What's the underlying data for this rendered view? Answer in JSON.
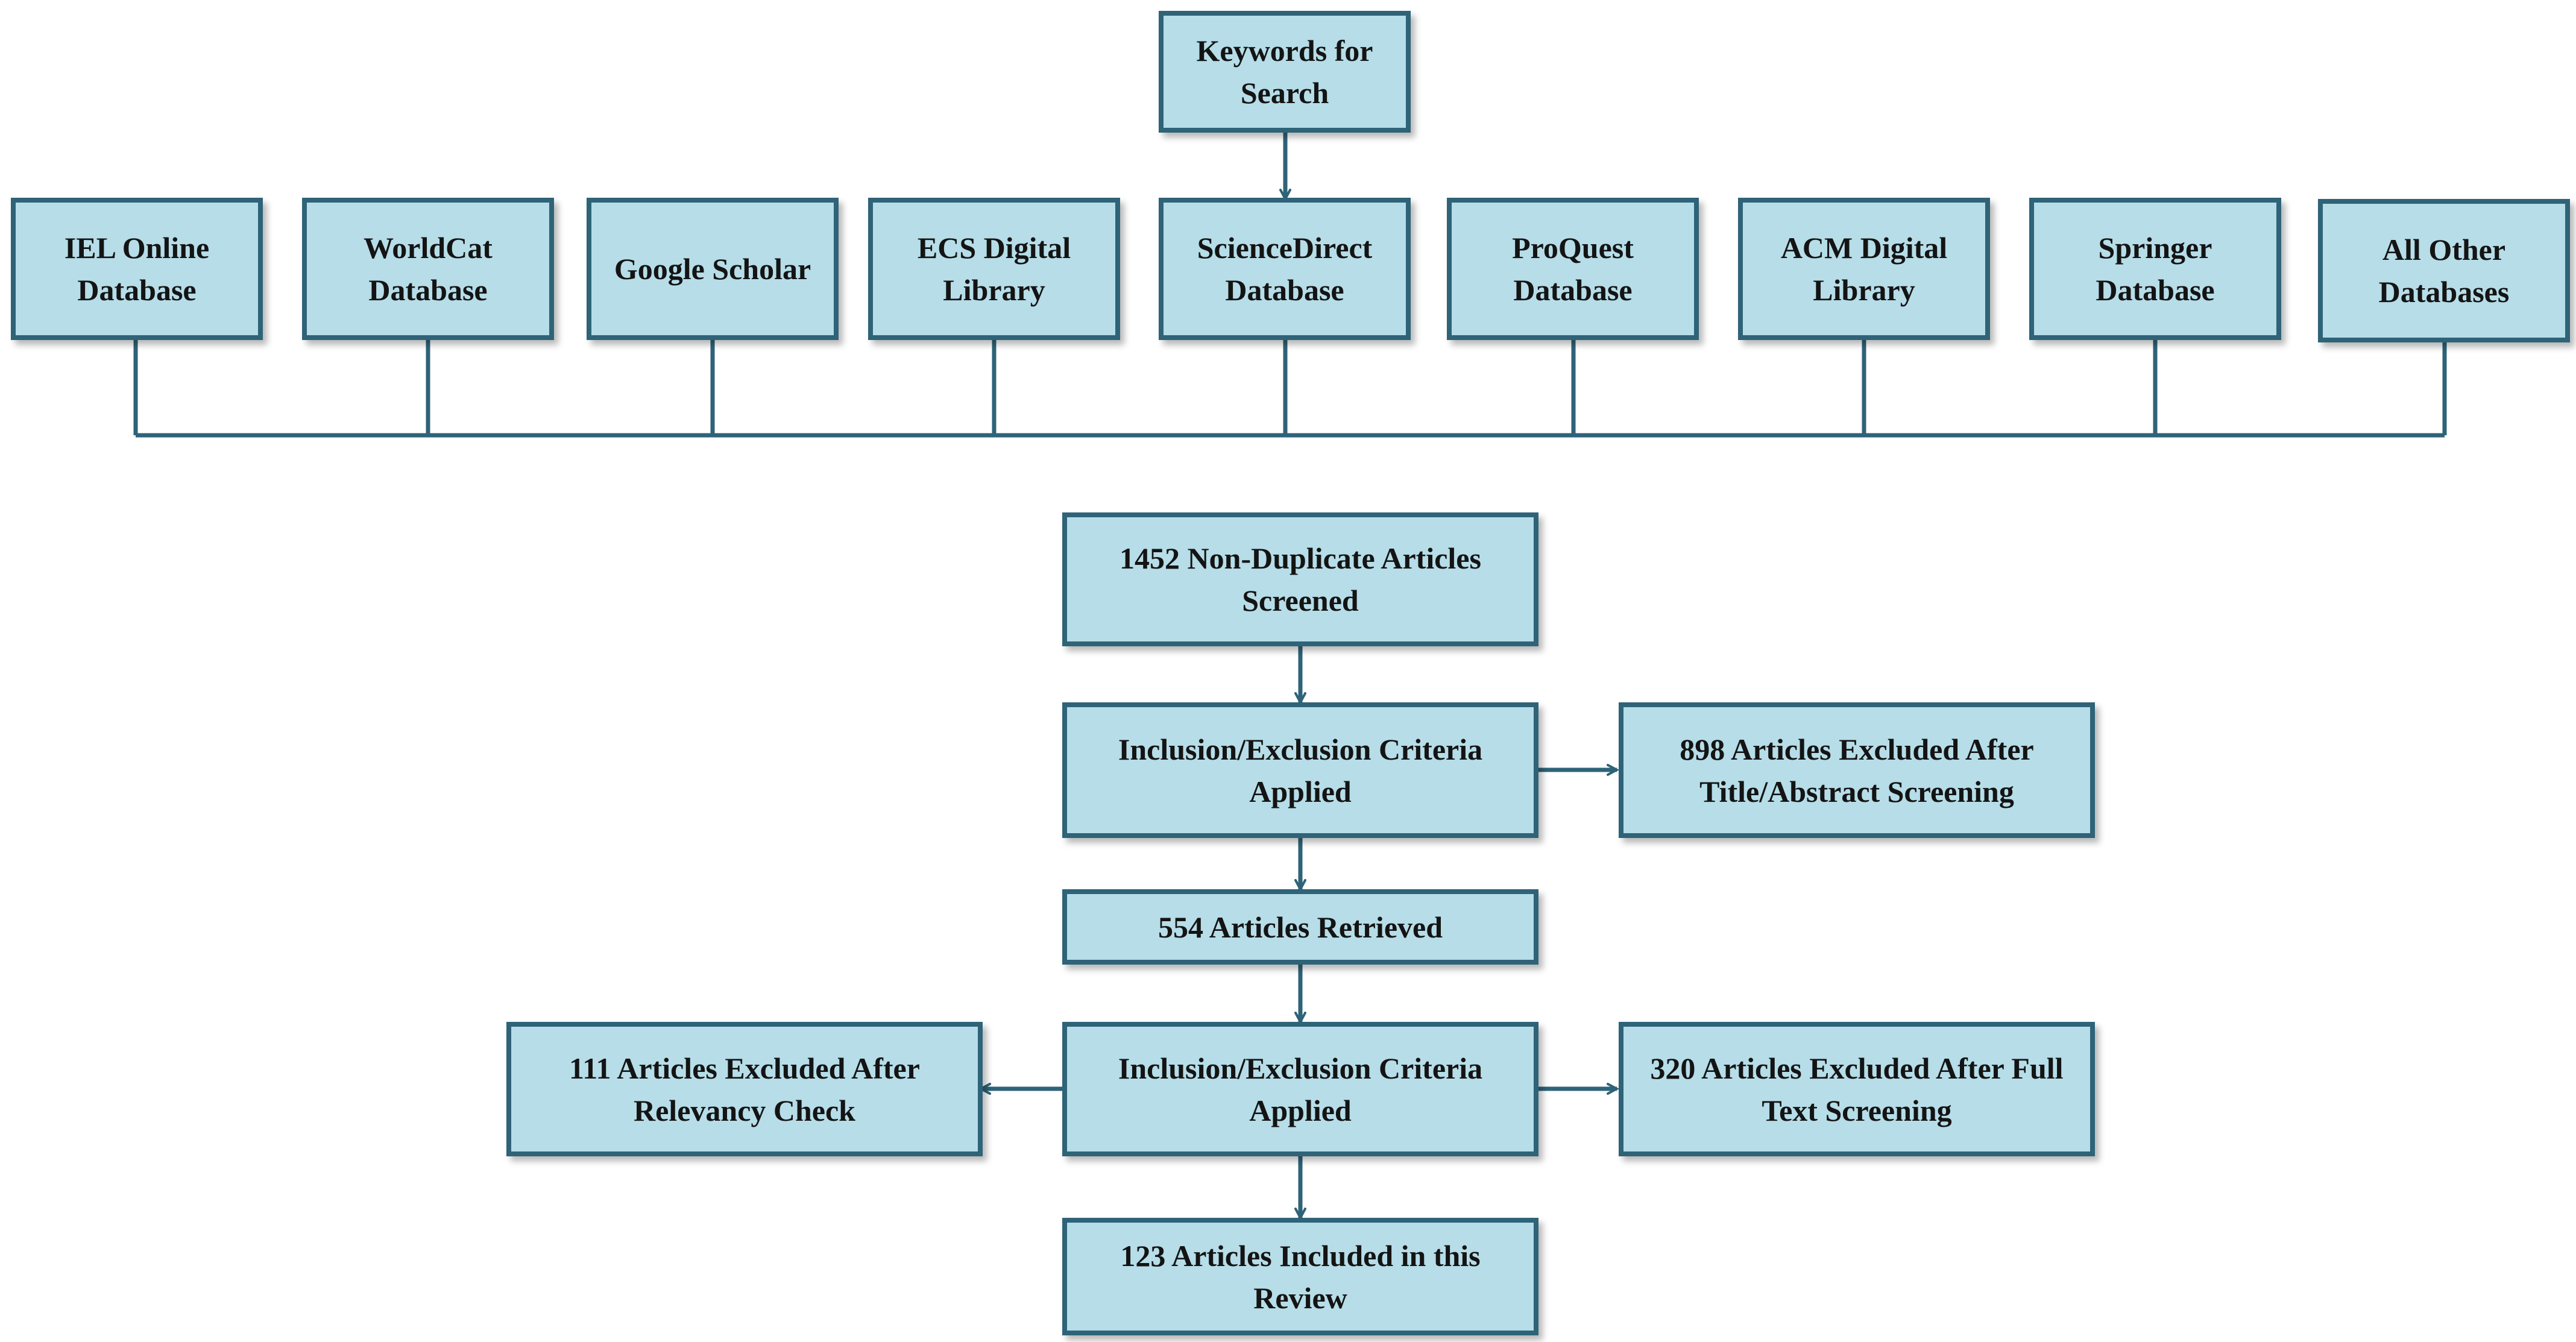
{
  "colors": {
    "box_fill": "#b6dde8",
    "box_border": "#2e6378",
    "connector": "#2e6378"
  },
  "keywords": "Keywords for Search",
  "databases": [
    "IEL Online Database",
    "WorldCat Database",
    "Google Scholar",
    "ECS Digital Library",
    "ScienceDirect Database",
    "ProQuest Database",
    "ACM Digital Library",
    "Springer Database",
    "All Other Databases"
  ],
  "flow": {
    "screened": "1452 Non-Duplicate Articles Screened",
    "criteria_1": "Inclusion/Exclusion Criteria Applied",
    "excluded_title_abstract": "898 Articles Excluded After Title/Abstract Screening",
    "retrieved": "554 Articles Retrieved",
    "criteria_2": "Inclusion/Exclusion Criteria Applied",
    "excluded_relevancy": "111 Articles Excluded After Relevancy Check",
    "excluded_full_text": "320 Articles Excluded After Full Text Screening",
    "included": "123 Articles Included in this Review"
  }
}
